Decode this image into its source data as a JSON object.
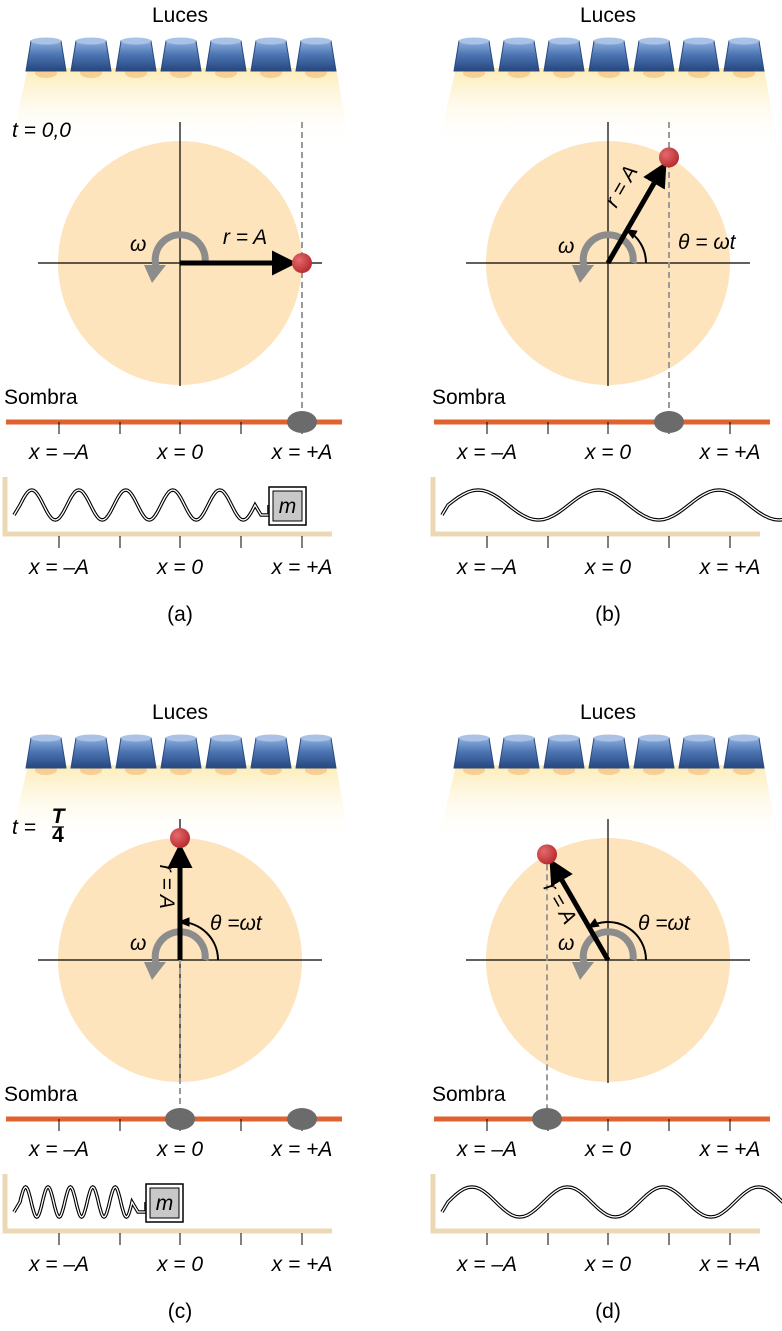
{
  "lights_label": "Luces",
  "shadow_label": "Sombra",
  "axis_labels": [
    "x = –A",
    "x = 0",
    "x = +A"
  ],
  "mass_label": "m",
  "omega_label": "ω",
  "radius_label": "r = A",
  "theta_label_b": "θ = ωt",
  "theta_label_cd": "θ =ωt",
  "panels": [
    {
      "id": "a",
      "caption": "(a)",
      "time_label": "t = 0,0"
    },
    {
      "id": "b",
      "caption": "(b)"
    },
    {
      "id": "c",
      "caption": "(c)",
      "time_label_prefix": "t =",
      "time_fraction_num": "T",
      "time_fraction_den": "4"
    },
    {
      "id": "d",
      "caption": "(d)"
    }
  ],
  "colors": {
    "disk": "#fde4bd",
    "light_beam": "#fff0c2",
    "lamp": "#4f77b0",
    "ball": "#c8373a",
    "shadow_line": "#e0622e",
    "shadow_blob": "#6b6b6b",
    "omega_arrow": "#8c8c8c",
    "spring_base": "#ecd8b4",
    "mass_box": "#c8c8c8"
  }
}
